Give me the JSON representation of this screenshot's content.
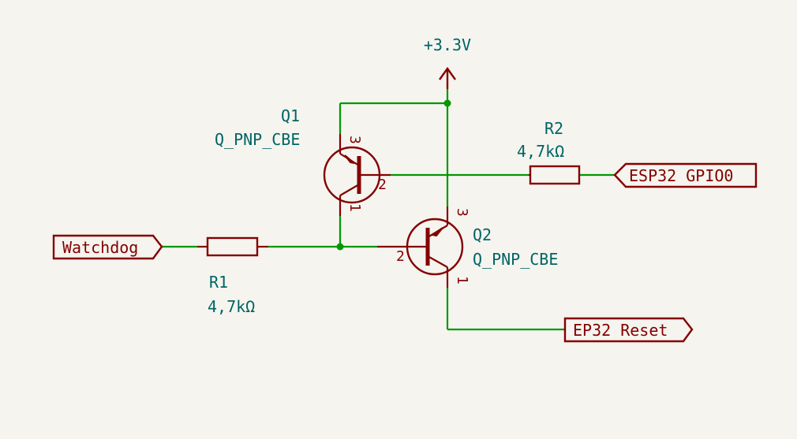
{
  "power": {
    "label": "+3.3V"
  },
  "components": {
    "q1": {
      "ref": "Q1",
      "value": "Q_PNP_CBE",
      "pins": {
        "collector": "3",
        "base": "2",
        "emitter": "1"
      }
    },
    "q2": {
      "ref": "Q2",
      "value": "Q_PNP_CBE",
      "pins": {
        "collector": "3",
        "base": "2",
        "emitter": "1"
      }
    },
    "r1": {
      "ref": "R1",
      "value": "4,7kΩ"
    },
    "r2": {
      "ref": "R2",
      "value": "4,7kΩ"
    }
  },
  "labels": {
    "watchdog": "Watchdog",
    "gpio0": "ESP32 GPIO0",
    "reset": "EP32 Reset"
  },
  "colors": {
    "wire": "#009900",
    "component": "#840000",
    "text": "#006464",
    "background": "#f5f4ef"
  }
}
